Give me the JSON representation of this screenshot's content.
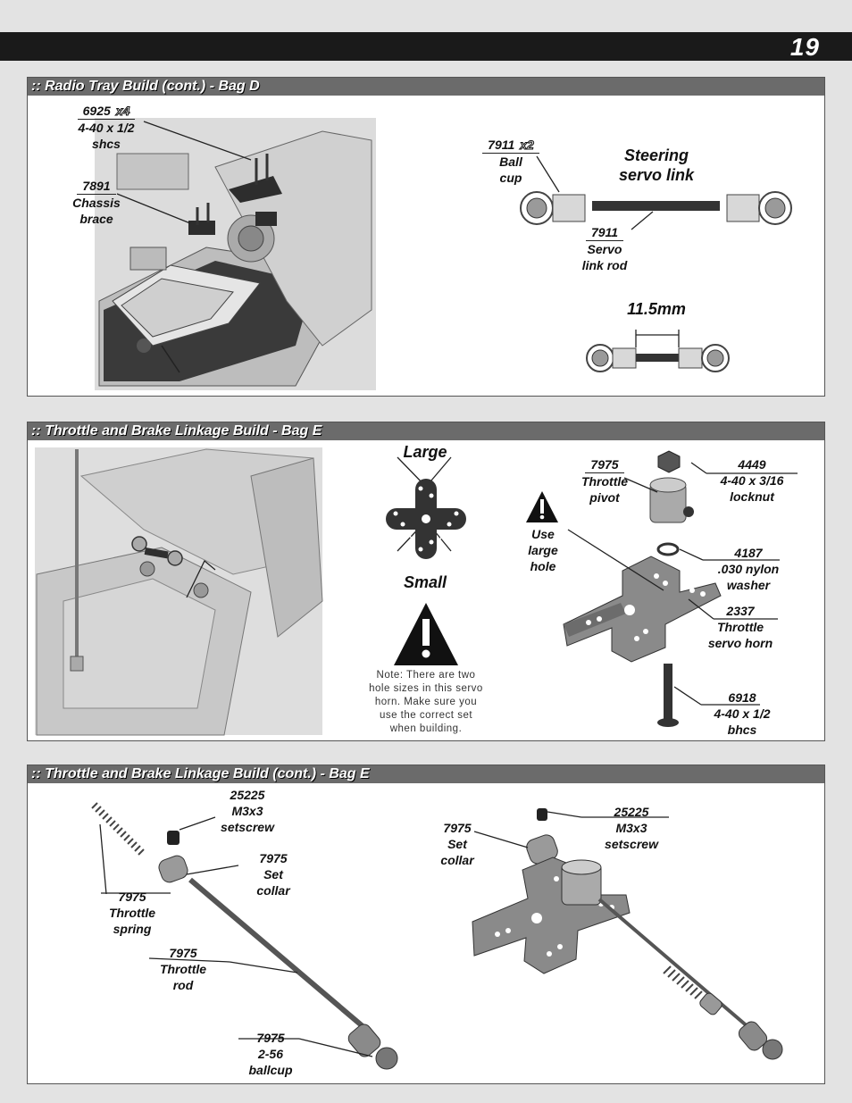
{
  "page_number": "19",
  "sections": [
    {
      "heading": ":: Radio Tray Build (cont.) - Bag D"
    },
    {
      "heading": ":: Throttle and Brake Linkage Build - Bag E"
    },
    {
      "heading": ":: Throttle and Brake Linkage Build (cont.) - Bag E"
    }
  ],
  "radio_tray": {
    "part_6925": {
      "number": "6925",
      "qty": "x4",
      "line1": "4-40 x 1/2",
      "line2": "shcs"
    },
    "part_7891": {
      "number": "7891",
      "line1": "Chassis",
      "line2": "brace"
    },
    "part_7911_cup": {
      "number": "7911",
      "qty": "x2",
      "line1": "Ball",
      "line2": "cup"
    },
    "steering_title": {
      "line1": "Steering",
      "line2": "servo link"
    },
    "part_7911_rod": {
      "number": "7911",
      "line1": "Servo",
      "line2": "link rod"
    },
    "dimension": "11.5mm"
  },
  "throttle": {
    "large_label": "Large",
    "small_label": "Small",
    "note": [
      "Note: There are two",
      "hole sizes in this servo",
      "horn. Make sure you",
      "use the correct set",
      "when building."
    ],
    "use_large_hole": [
      "Use",
      "large",
      "hole"
    ],
    "part_7975_pivot": {
      "number": "7975",
      "line1": "Throttle",
      "line2": "pivot"
    },
    "part_4449": {
      "number": "4449",
      "line1": "4-40 x 3/16",
      "line2": "locknut"
    },
    "part_4187": {
      "number": "4187",
      "line1": ".030 nylon",
      "line2": "washer"
    },
    "part_2337": {
      "number": "2337",
      "line1": "Throttle",
      "line2": "servo horn"
    },
    "part_6918": {
      "number": "6918",
      "line1": "4-40 x 1/2",
      "line2": "bhcs"
    }
  },
  "throttle_cont": {
    "part_25225_a": {
      "number": "25225",
      "line1": "M3x3",
      "line2": "setscrew"
    },
    "part_7975_collar_a": {
      "number": "7975",
      "line1": "Set",
      "line2": "collar"
    },
    "part_7975_spring": {
      "number": "7975",
      "line1": "Throttle",
      "line2": "spring"
    },
    "part_7975_rod": {
      "number": "7975",
      "line1": "Throttle",
      "line2": "rod"
    },
    "part_7975_ballcup": {
      "number": "7975",
      "line1": "2-56",
      "line2": "ballcup"
    },
    "part_7975_collar_b": {
      "number": "7975",
      "line1": "Set",
      "line2": "collar"
    },
    "part_25225_b": {
      "number": "25225",
      "line1": "M3x3",
      "line2": "setscrew"
    }
  }
}
